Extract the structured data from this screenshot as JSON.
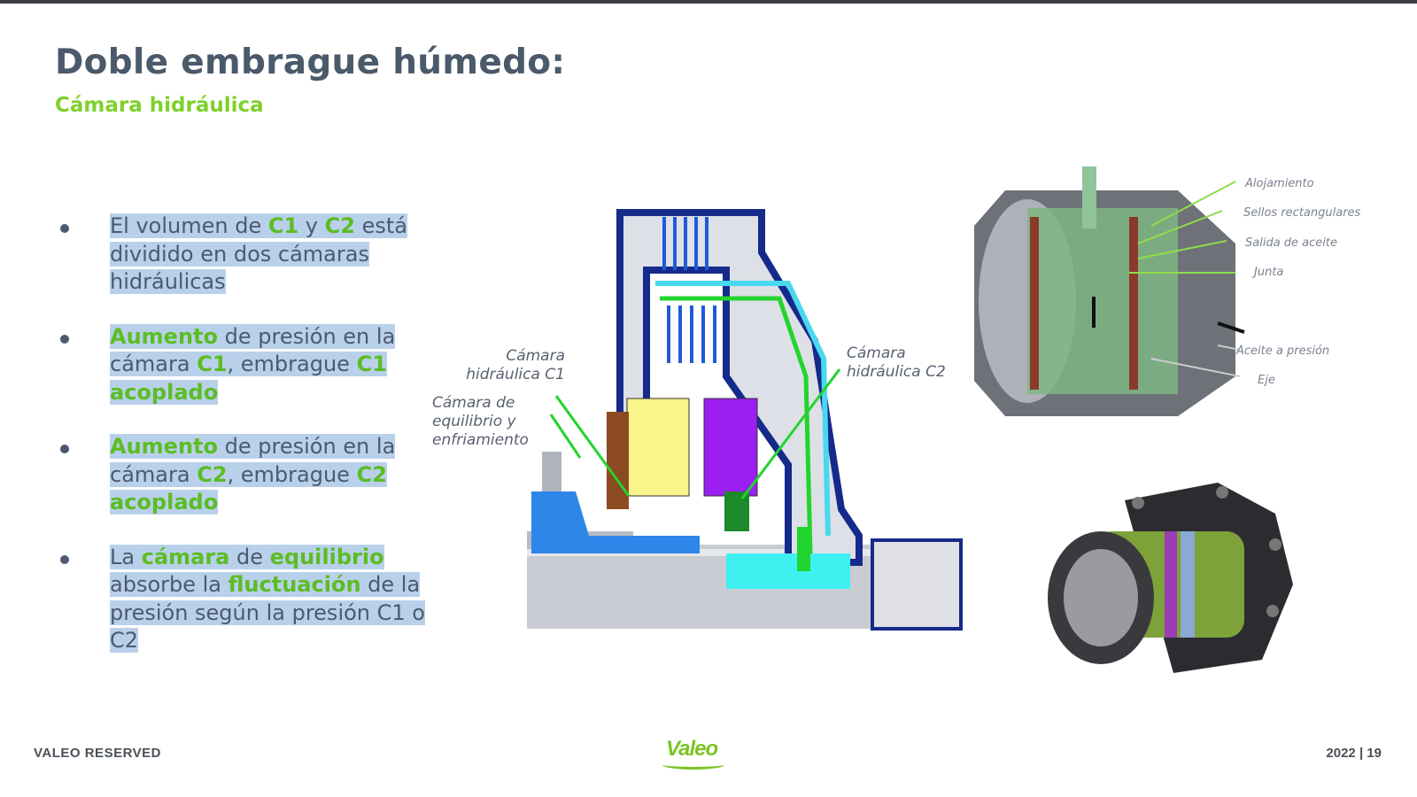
{
  "header": {
    "title": "Doble embrague húmedo:",
    "subtitle": "Cámara hidráulica"
  },
  "bullets": [
    {
      "parts": [
        {
          "t": "El volumen de ",
          "kw": false
        },
        {
          "t": "C1",
          "kw": true
        },
        {
          "t": " y ",
          "kw": false
        },
        {
          "t": "C2",
          "kw": true
        },
        {
          "t": " está dividido en dos cámaras hidráulicas",
          "kw": false
        }
      ]
    },
    {
      "parts": [
        {
          "t": "Aumento",
          "kw": true
        },
        {
          "t": " de presión en la cámara ",
          "kw": false
        },
        {
          "t": "C1",
          "kw": true
        },
        {
          "t": ", embrague ",
          "kw": false
        },
        {
          "t": "C1 acoplado",
          "kw": true
        }
      ]
    },
    {
      "parts": [
        {
          "t": "Aumento",
          "kw": true
        },
        {
          "t": " de presión en la cámara ",
          "kw": false
        },
        {
          "t": "C2",
          "kw": true
        },
        {
          "t": ", embrague ",
          "kw": false
        },
        {
          "t": "C2 acoplado",
          "kw": true
        }
      ]
    },
    {
      "parts": [
        {
          "t": "La ",
          "kw": false
        },
        {
          "t": "cámara",
          "kw": true
        },
        {
          "t": " de ",
          "kw": false
        },
        {
          "t": "equilibrio",
          "kw": true
        },
        {
          "t": " absorbe la ",
          "kw": false
        },
        {
          "t": "fluctuación",
          "kw": true
        },
        {
          "t": " de la presión según la presión C1 o C2",
          "kw": false
        }
      ]
    }
  ],
  "diagram_labels": {
    "c1": "Cámara hidráulica C1",
    "c2": "Cámara hidráulica  C2",
    "eq": "Cámara de equilibrio y enfriamiento"
  },
  "component_labels": {
    "alojamiento": "Alojamiento",
    "sellos": "Sellos rectangulares",
    "salida": "Salida de aceite",
    "junta": "Junta",
    "aceite": "Aceite a presión",
    "eje": "Eje"
  },
  "footer": {
    "reserved": "VALEO RESERVED",
    "logo": "Valeo",
    "year_page": "2022  |  19"
  },
  "colors": {
    "title": "#4a5a6b",
    "accent_green": "#7ed12a",
    "highlight": "#b9d0ea"
  }
}
